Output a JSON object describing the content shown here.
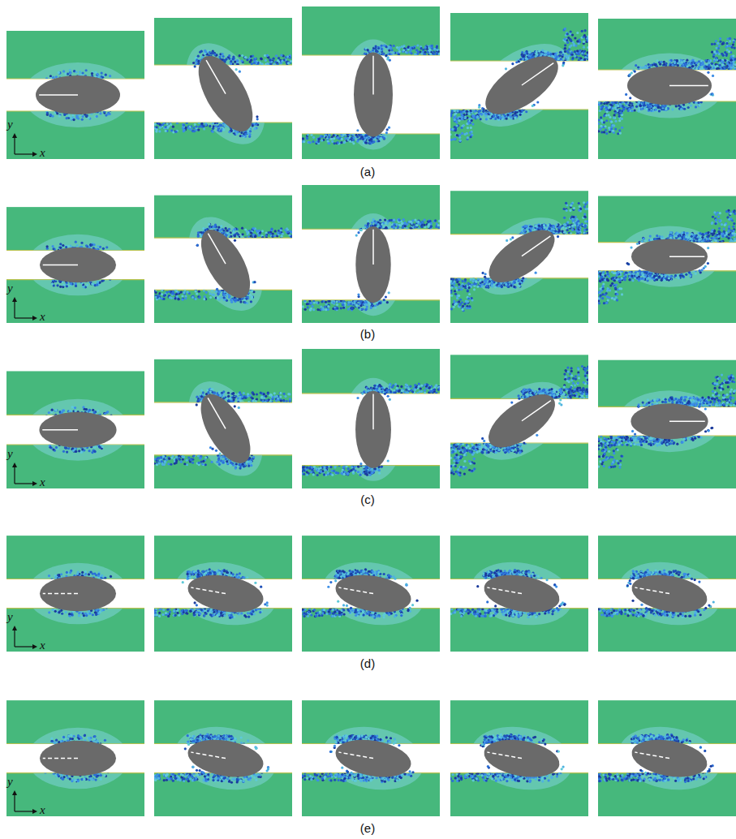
{
  "diagram": {
    "labels": [
      "y",
      "x",
      "(a)",
      "y",
      "x",
      "(b)",
      "y",
      "x",
      "(c)",
      "y",
      "x",
      "(d)",
      "y",
      "x",
      "(e)"
    ]
  }
}
